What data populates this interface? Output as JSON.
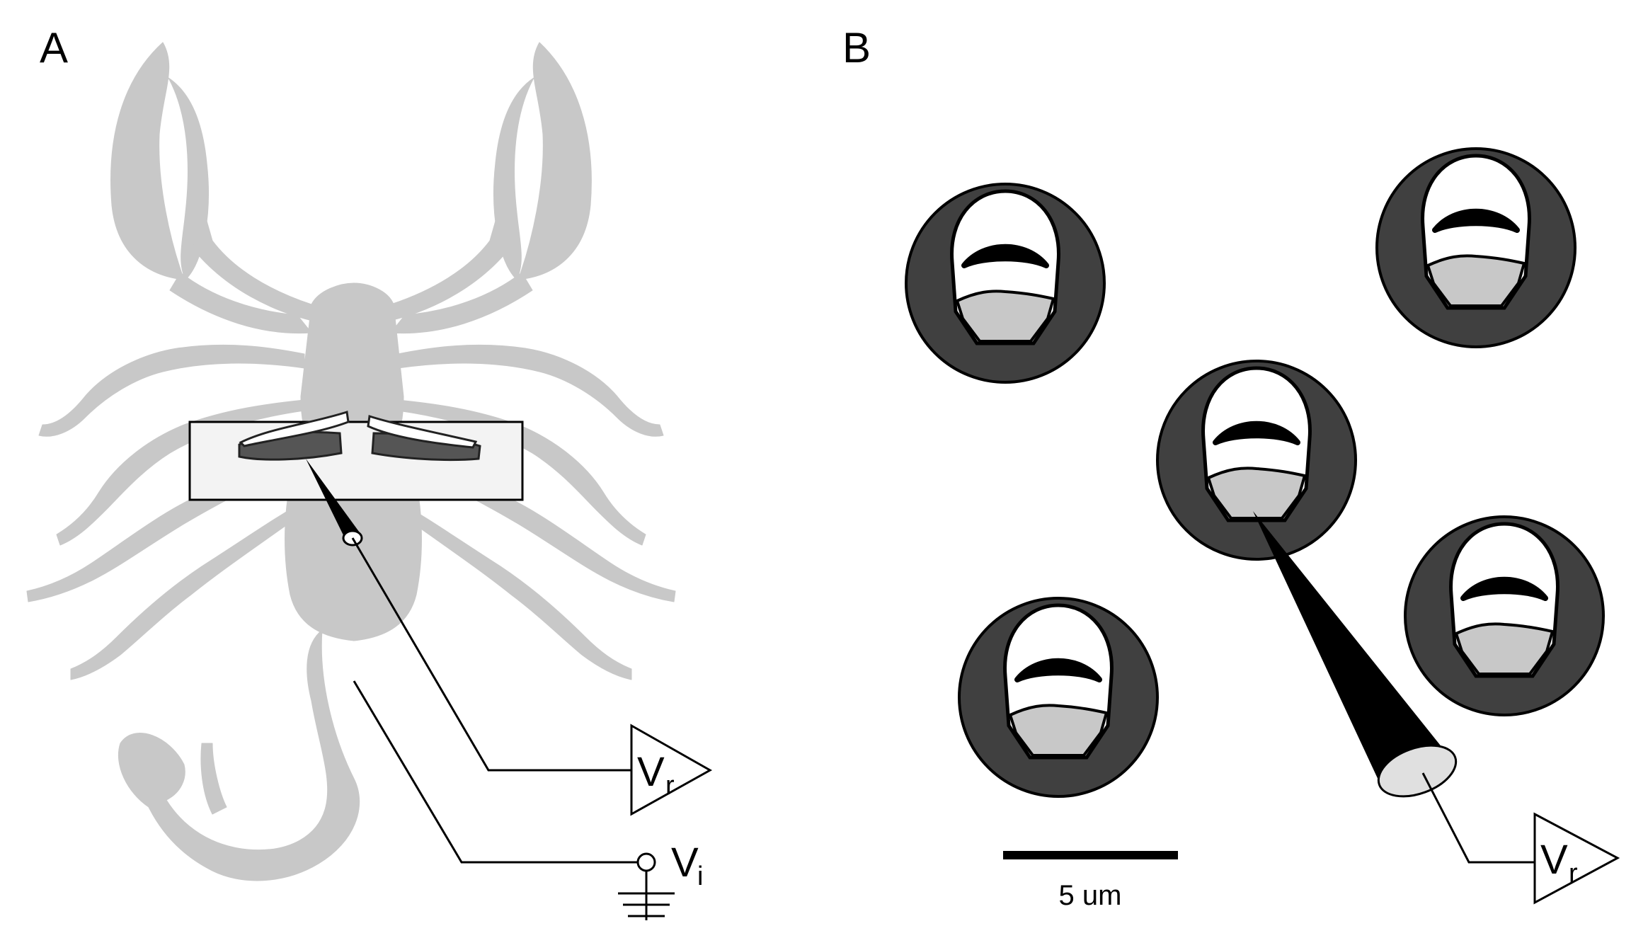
{
  "panels": {
    "a": {
      "label": "A"
    },
    "b": {
      "label": "B"
    }
  },
  "amplifiers": {
    "panel_a_recording": {
      "symbol": "V",
      "subscript": "r"
    },
    "panel_a_injection": {
      "symbol": "V",
      "subscript": "i"
    },
    "panel_b_recording": {
      "symbol": "V",
      "subscript": "r"
    }
  },
  "scale_bar": {
    "label": "5 um"
  },
  "colors": {
    "scorpion_silhouette": "#c8c8c8",
    "inset_box_fill": "#f3f3f3",
    "cell_dark": "#404040",
    "cell_cap": "#ffffff",
    "cell_base": "#c8c8c8",
    "electrode": "#000000"
  }
}
